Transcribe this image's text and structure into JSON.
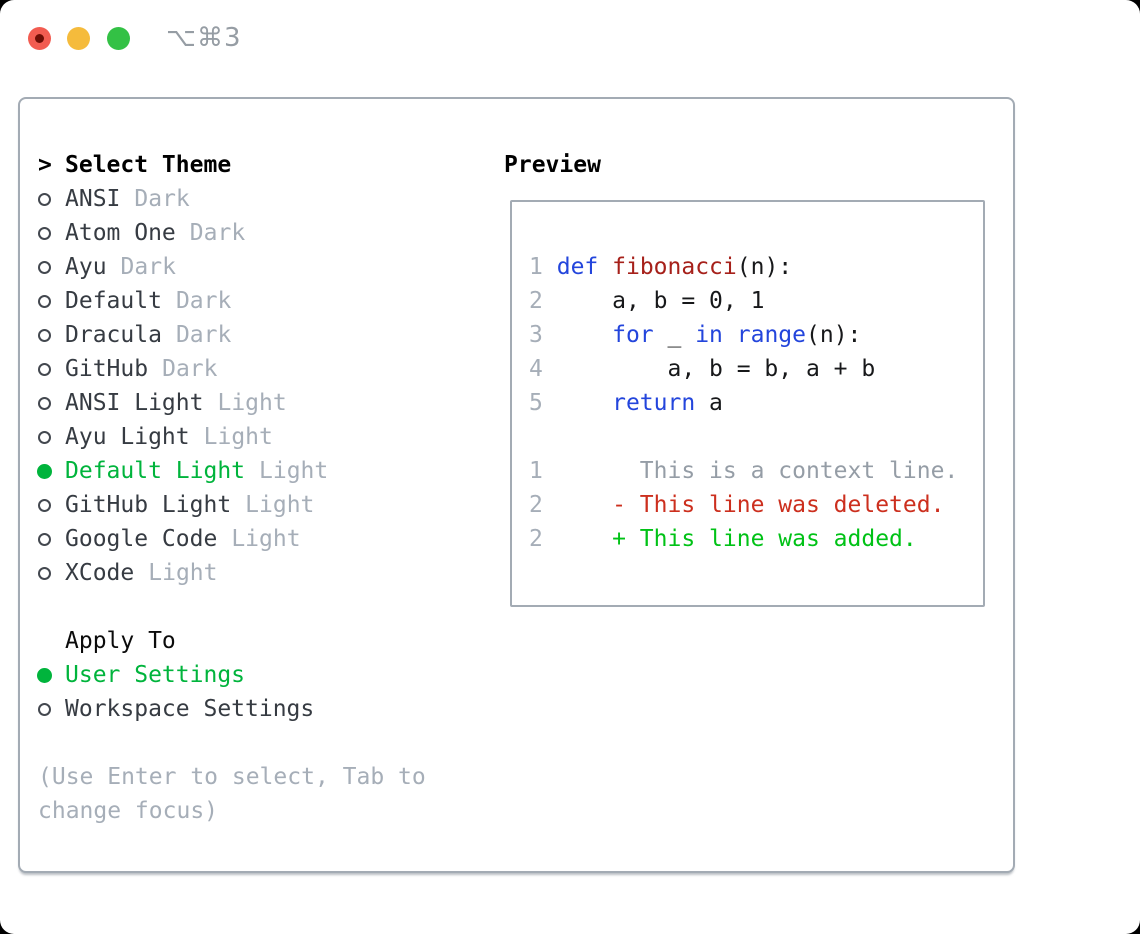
{
  "titlebar": {
    "shortcut": "⌥⌘3"
  },
  "select_theme": {
    "prompt": ">",
    "title": "Select Theme"
  },
  "preview": {
    "title": "Preview"
  },
  "themes": [
    {
      "name": "ANSI",
      "variant": "Dark",
      "selected": false
    },
    {
      "name": "Atom One",
      "variant": "Dark",
      "selected": false
    },
    {
      "name": "Ayu",
      "variant": "Dark",
      "selected": false
    },
    {
      "name": "Default",
      "variant": "Dark",
      "selected": false
    },
    {
      "name": "Dracula",
      "variant": "Dark",
      "selected": false
    },
    {
      "name": "GitHub",
      "variant": "Dark",
      "selected": false
    },
    {
      "name": "ANSI Light",
      "variant": "Light",
      "selected": false
    },
    {
      "name": "Ayu Light",
      "variant": "Light",
      "selected": false
    },
    {
      "name": "Default Light",
      "variant": "Light",
      "selected": true
    },
    {
      "name": "GitHub Light",
      "variant": "Light",
      "selected": false
    },
    {
      "name": "Google Code",
      "variant": "Light",
      "selected": false
    },
    {
      "name": "XCode",
      "variant": "Light",
      "selected": false
    }
  ],
  "apply_to": {
    "title": "Apply To",
    "options": [
      {
        "label": "User Settings",
        "selected": true
      },
      {
        "label": "Workspace Settings",
        "selected": false
      }
    ]
  },
  "hint": {
    "line1": "(Use Enter to select, Tab to",
    "line2": "change focus)"
  },
  "preview_code": {
    "lines": [
      [
        {
          "t": "1",
          "c": "number"
        },
        {
          "t": " ",
          "c": "plain"
        },
        {
          "t": "def",
          "c": "keyword"
        },
        {
          "t": " ",
          "c": "plain"
        },
        {
          "t": "fibonacci",
          "c": "function"
        },
        {
          "t": "(n):",
          "c": "plain"
        }
      ],
      [
        {
          "t": "2",
          "c": "number"
        },
        {
          "t": "     ",
          "c": "plain"
        },
        {
          "t": "a, b = 0, 1",
          "c": "plain"
        }
      ],
      [
        {
          "t": "3",
          "c": "number"
        },
        {
          "t": "     ",
          "c": "plain"
        },
        {
          "t": "for",
          "c": "keyword"
        },
        {
          "t": " _ ",
          "c": "plain"
        },
        {
          "t": "in",
          "c": "keyword"
        },
        {
          "t": " ",
          "c": "plain"
        },
        {
          "t": "range",
          "c": "keyword"
        },
        {
          "t": "(n):",
          "c": "plain"
        }
      ],
      [
        {
          "t": "4",
          "c": "number"
        },
        {
          "t": "         ",
          "c": "plain"
        },
        {
          "t": "a, b = b, a + b",
          "c": "plain"
        }
      ],
      [
        {
          "t": "5",
          "c": "number"
        },
        {
          "t": "     ",
          "c": "plain"
        },
        {
          "t": "return",
          "c": "keyword"
        },
        {
          "t": " a",
          "c": "plain"
        }
      ],
      [],
      [
        {
          "t": "1",
          "c": "number"
        },
        {
          "t": "       ",
          "c": "context"
        },
        {
          "t": "This is a context line.",
          "c": "context"
        }
      ],
      [
        {
          "t": "2",
          "c": "number"
        },
        {
          "t": "     ",
          "c": "plain"
        },
        {
          "t": "- This line was deleted.",
          "c": "deleted"
        }
      ],
      [
        {
          "t": "2",
          "c": "number"
        },
        {
          "t": "     ",
          "c": "plain"
        },
        {
          "t": "+ This line was added.",
          "c": "added"
        }
      ]
    ]
  },
  "colors": {
    "accent": "#00b43c",
    "text": "#363b42",
    "muted": "#a6aeb8",
    "border": "#a3abb4",
    "shortcut_gray": "#969da4",
    "keyword": "#2345dc",
    "function": "#a6201a",
    "plain": "#17181a",
    "number": "#a6aeb8",
    "context": "#959da6",
    "deleted": "#cc2f1e",
    "added": "#00c216",
    "traffic_red": "#f25c51",
    "traffic_red_dot": "#6e0e06",
    "traffic_yellow": "#f5bb3c",
    "traffic_green": "#33c145"
  }
}
